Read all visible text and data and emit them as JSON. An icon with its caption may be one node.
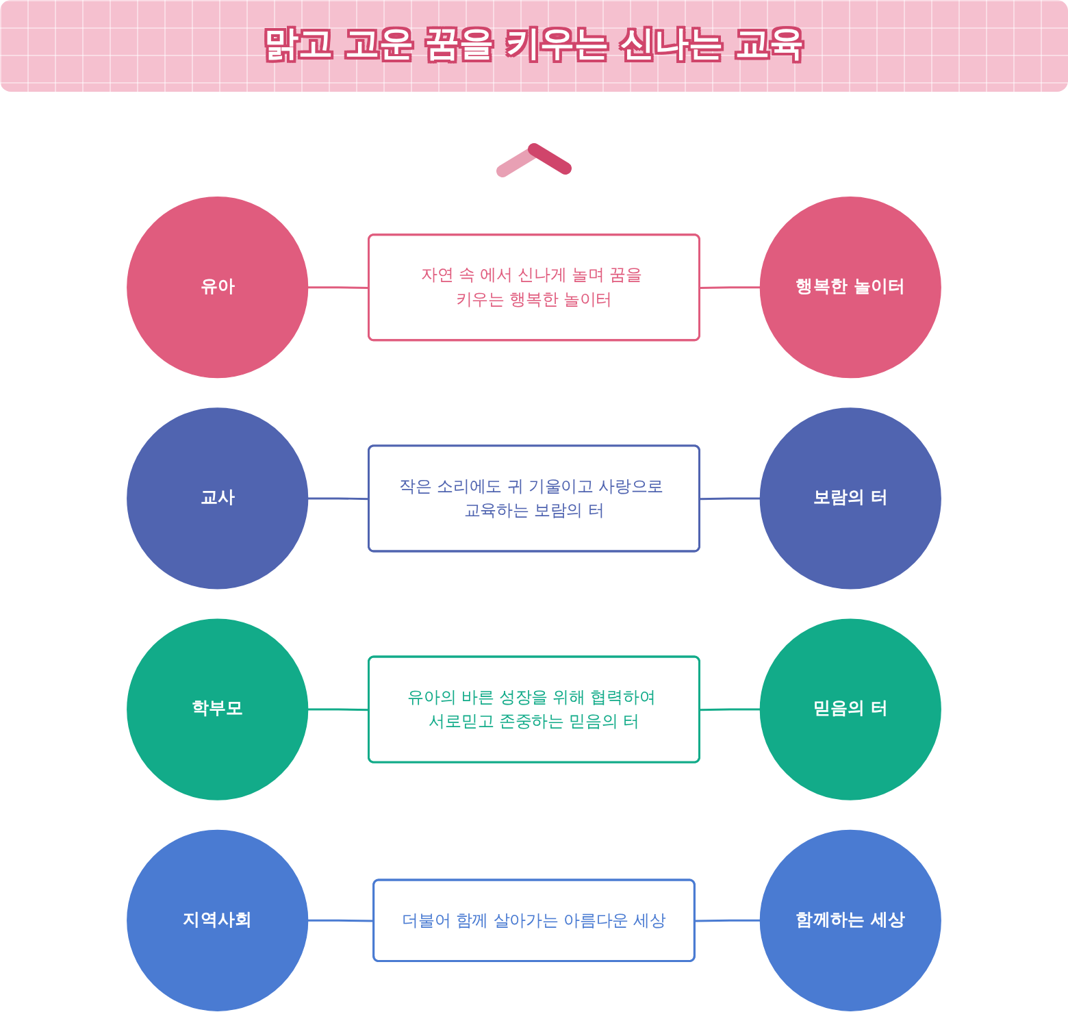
{
  "diagram": {
    "title": "맑고 고운 꿈을 키우는 신나는 교육",
    "nodes": [
      {
        "text": [
          "유아"
        ]
      },
      {
        "text": [
          "자연 속 에서 신나게 놀며 꿈을 키우는 행복한 놀이터"
        ]
      },
      {
        "text": [
          "행복한 놀이터"
        ]
      },
      {
        "text": [
          "교사"
        ]
      },
      {
        "text": [
          "작은 소리에도 귀 기울이고 사랑으로 교육하는 보람의 터"
        ]
      },
      {
        "text": [
          "보람의 터"
        ]
      },
      {
        "text": [
          "학부모"
        ]
      },
      {
        "text": [
          "유아의 바른 성장을 위해 협력하여 서로믿고 존중하는 믿음의 터"
        ]
      },
      {
        "text": [
          "믿음의 터"
        ]
      },
      {
        "text": [
          "지역사회"
        ]
      },
      {
        "text": [
          "더불어 함께 살아가는 아름다운 세상"
        ]
      },
      {
        "text": [
          "함께하는 세상"
        ]
      }
    ],
    "edges": [
      {
        "from": 0,
        "to": 1,
        "arrow": "none",
        "color": "#e05c7e"
      },
      {
        "from": 1,
        "to": 2,
        "arrow": "none",
        "color": "#e05c7e"
      },
      {
        "from": 3,
        "to": 4,
        "arrow": "none",
        "color": "#5064b0"
      },
      {
        "from": 4,
        "to": 5,
        "arrow": "none",
        "color": "#5064b0"
      },
      {
        "from": 6,
        "to": 7,
        "arrow": "none",
        "color": "#12ab89"
      },
      {
        "from": 7,
        "to": 8,
        "arrow": "none",
        "color": "#12ab89"
      },
      {
        "from": 9,
        "to": 10,
        "arrow": "none",
        "color": "#4a7bd2"
      },
      {
        "from": 10,
        "to": 11,
        "arrow": "none",
        "color": "#4a7bd2"
      }
    ]
  }
}
